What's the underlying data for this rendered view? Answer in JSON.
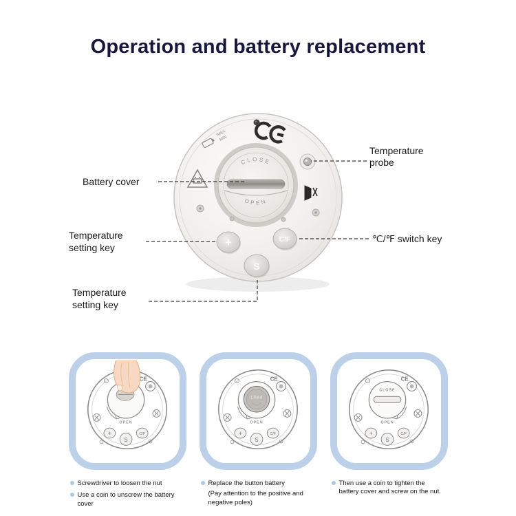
{
  "title": "Operation and battery replacement",
  "labels": {
    "battery_cover": "Battery cover",
    "temperature_probe_line1": "Temperature",
    "temperature_probe_line2": "probe",
    "temp_setting_key1_line1": "Temperature",
    "temp_setting_key1_line2": "setting key",
    "cf_switch_key": "℃/℉ switch key",
    "temp_setting_key2_line1": "Temperature",
    "temp_setting_key2_line2": "setting key"
  },
  "device": {
    "close": "CLOSE",
    "open": "OPEN",
    "btn_plus": "+",
    "btn_s": "S",
    "btn_cf": "C/F",
    "max": "MAX",
    "min": "MIN"
  },
  "steps": {
    "card1": {
      "open": "OPEN",
      "ce": "CE",
      "btn_plus": "+",
      "btn_s": "S",
      "btn_cf": "C/F"
    },
    "card2": {
      "open": "OPEN",
      "ce": "CE",
      "battery": "LR44",
      "btn_plus": "+",
      "btn_s": "S",
      "btn_cf": "C/F"
    },
    "card3": {
      "close": "CLOSE",
      "open": "OPEN",
      "ce": "CE",
      "btn_plus": "+",
      "btn_s": "S",
      "btn_cf": "C/F"
    }
  },
  "captions": {
    "step1_bullet1": "Screwdriver to loosen the nut",
    "step1_bullet2": "Use a coin to unscrew the battery cover",
    "step2_bullet1": "Replace the button battery",
    "step2_note": "(Pay attention to the positive and negative poles)",
    "step3_bullet1": "Then use a coin to tighten the battery cover and screw on the nut."
  },
  "colors": {
    "title": "#17183c",
    "card_border": "#bcd1e9",
    "bullet": "#a9c9e5",
    "leader_line": "#3a3a3a"
  }
}
